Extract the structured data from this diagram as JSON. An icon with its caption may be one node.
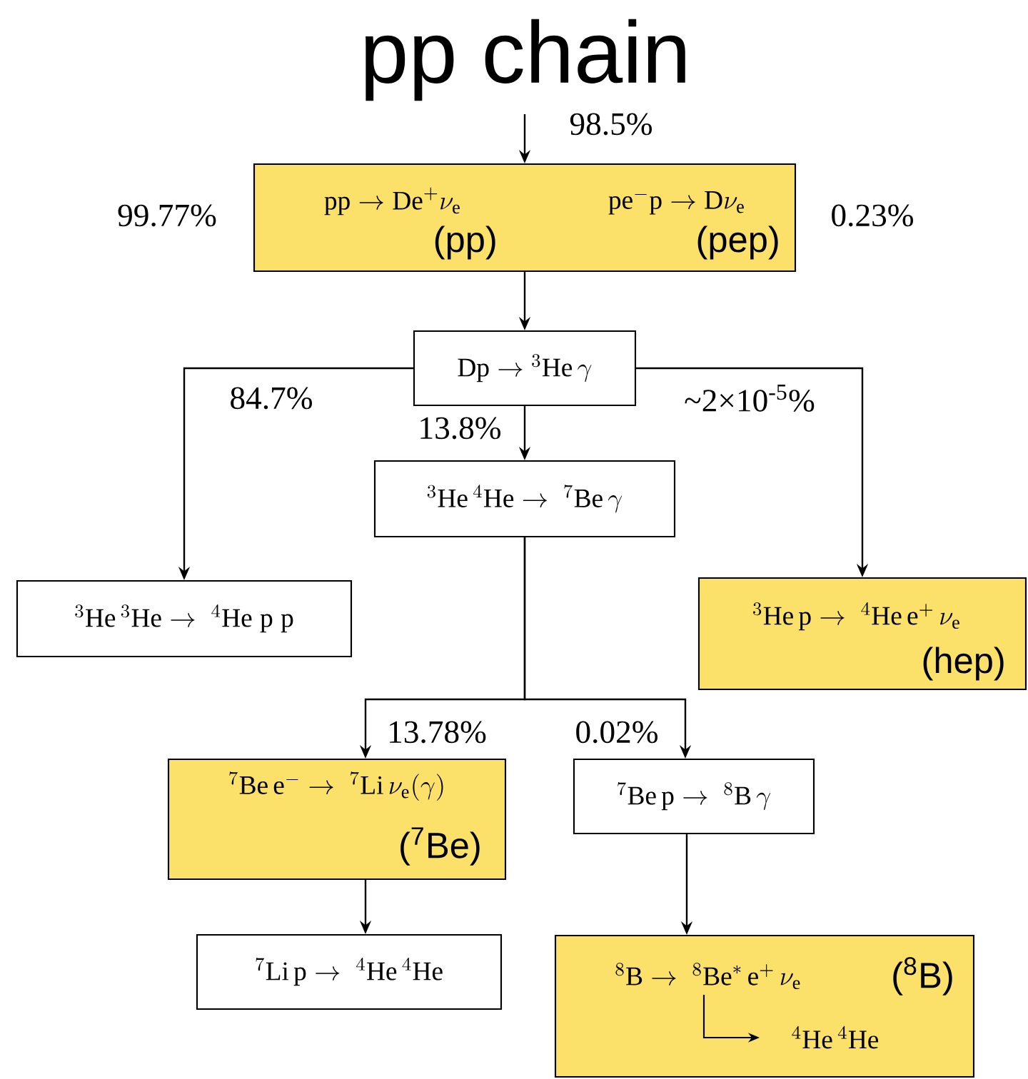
{
  "diagram": {
    "title": "pp chain",
    "nodes": [
      {
        "text": [
          "\\mathrm{pp}\\rightarrow\\mathrm{De}^{+}\\nu_{\\mathrm{e}}",
          "(pp)",
          "\\mathrm{pe}^{-}\\mathrm{p}\\rightarrow\\mathrm{D}\\nu_{\\mathrm{e}}",
          "(pep)"
        ],
        "beside": [
          "99.77%",
          "0.23%"
        ]
      },
      {
        "text": [
          "\\mathrm{Dp}\\rightarrow{}^{3}\\mathrm{He}\\,\\gamma"
        ]
      },
      {
        "text": [
          "{}^{3}\\mathrm{He}\\,{}^{4}\\mathrm{He}\\rightarrow\\;{}^{7}\\mathrm{Be}\\,\\gamma"
        ]
      },
      {
        "text": [
          "{}^{3}\\mathrm{He}\\,{}^{3}\\mathrm{He}\\rightarrow\\;{}^{4}\\mathrm{He}\\;\\mathrm{p}\\;\\mathrm{p}"
        ]
      },
      {
        "text": [
          "{}^{3}\\mathrm{He}\\,\\mathrm{p}\\rightarrow\\;{}^{4}\\mathrm{He}\\,\\mathrm{e}^{+}\\,\\nu_{\\mathrm{e}}",
          "(hep)"
        ]
      },
      {
        "text": [
          "{}^{7}\\mathrm{Be}\\,\\mathrm{e}^{-}\\rightarrow\\;{}^{7}\\mathrm{Li}\\,\\nu_{\\mathrm{e}}(\\gamma)",
          "($^{7}$Be)"
        ]
      },
      {
        "text": [
          "{}^{7}\\mathrm{Be}\\,\\mathrm{p}\\rightarrow\\;{}^{8}\\mathrm{B}\\,\\gamma"
        ]
      },
      {
        "text": [
          "{}^{7}\\mathrm{Li}\\,\\mathrm{p}\\rightarrow\\;{}^{4}\\mathrm{He}\\,{}^{4}\\mathrm{He}"
        ]
      },
      {
        "text": [
          "{}^{8}\\mathrm{B}\\rightarrow\\;{}^{8}\\mathrm{Be}^{*}\\,\\mathrm{e}^{+}\\,\\nu_{\\mathrm{e}}",
          "($^{8}$B)",
          "{}^{4}\\mathrm{He}\\,{}^{4}\\mathrm{He}"
        ]
      }
    ],
    "edges": [
      {
        "from": null,
        "to": 0,
        "arrow": "to",
        "label": "98.5%"
      },
      {
        "from": 0,
        "to": 1,
        "arrow": "to"
      },
      {
        "from": 1,
        "to": 2,
        "arrow": "to",
        "label": "13.8%"
      },
      {
        "from": 1,
        "to": 3,
        "arrow": "to",
        "label": "84.7%"
      },
      {
        "from": 1,
        "to": 4,
        "arrow": "to",
        "label": "~2×10$^{-5}$%"
      },
      {
        "from": 2,
        "to": 5,
        "arrow": "to",
        "label": "13.78%"
      },
      {
        "from": 2,
        "to": 6,
        "arrow": "to",
        "label": "0.02%"
      },
      {
        "from": 5,
        "to": 7,
        "arrow": "to"
      },
      {
        "from": 6,
        "to": 8,
        "arrow": "to"
      }
    ]
  }
}
